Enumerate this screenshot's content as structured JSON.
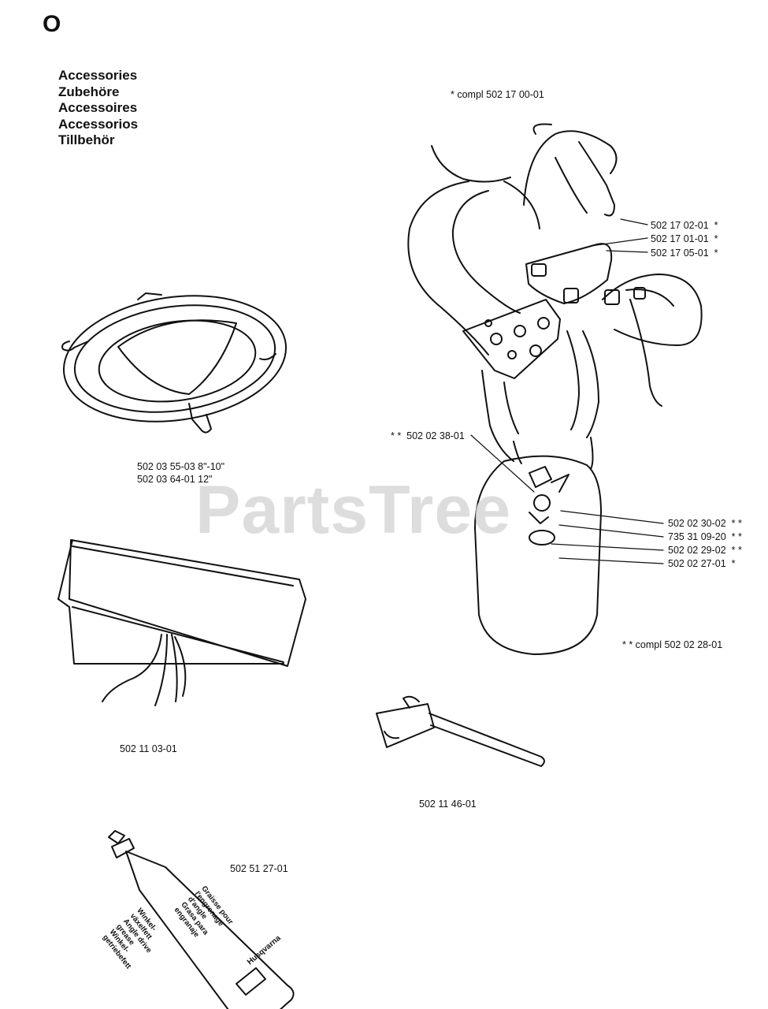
{
  "section_letter": "O",
  "titles": [
    "Accessories",
    "Zubehöre",
    "Accessoires",
    "Accessorios",
    "Tillbehör"
  ],
  "watermark": "PartsTree",
  "harness": {
    "compl_note": "*  compl 502 17 00-01",
    "parts": [
      {
        "number": "502 17 02-01",
        "mark": "*"
      },
      {
        "number": "502 17 01-01",
        "mark": "*"
      },
      {
        "number": "502 17 05-01",
        "mark": "*"
      }
    ]
  },
  "hip_pad": {
    "top_part": {
      "mark": "* *",
      "number": "502 02 38-01"
    },
    "parts": [
      {
        "number": "502 02 30-02",
        "mark": "* *"
      },
      {
        "number": "735 31 09-20",
        "mark": "* *"
      },
      {
        "number": "502 02 29-02",
        "mark": "* *"
      },
      {
        "number": "502 02 27-01",
        "mark": "*"
      }
    ],
    "compl_note": "* *  compl 502 02 28-01"
  },
  "guard": {
    "lines": [
      "502 03 55-03 8\"-10\"",
      "502 03 64-01 12\""
    ]
  },
  "bag": {
    "number": "502 11 03-01"
  },
  "wrench": {
    "number": "502 11 46-01"
  },
  "grease": {
    "number": "502 51 27-01",
    "tube_text": [
      "Winkel-",
      "växelfett",
      "Angle drive",
      "grease",
      "Winkel-",
      "getriebefett",
      "Graisse pour",
      "l'engrenage",
      "d'angle",
      "Grasa para",
      "engranaje",
      "Husqvarna"
    ]
  }
}
